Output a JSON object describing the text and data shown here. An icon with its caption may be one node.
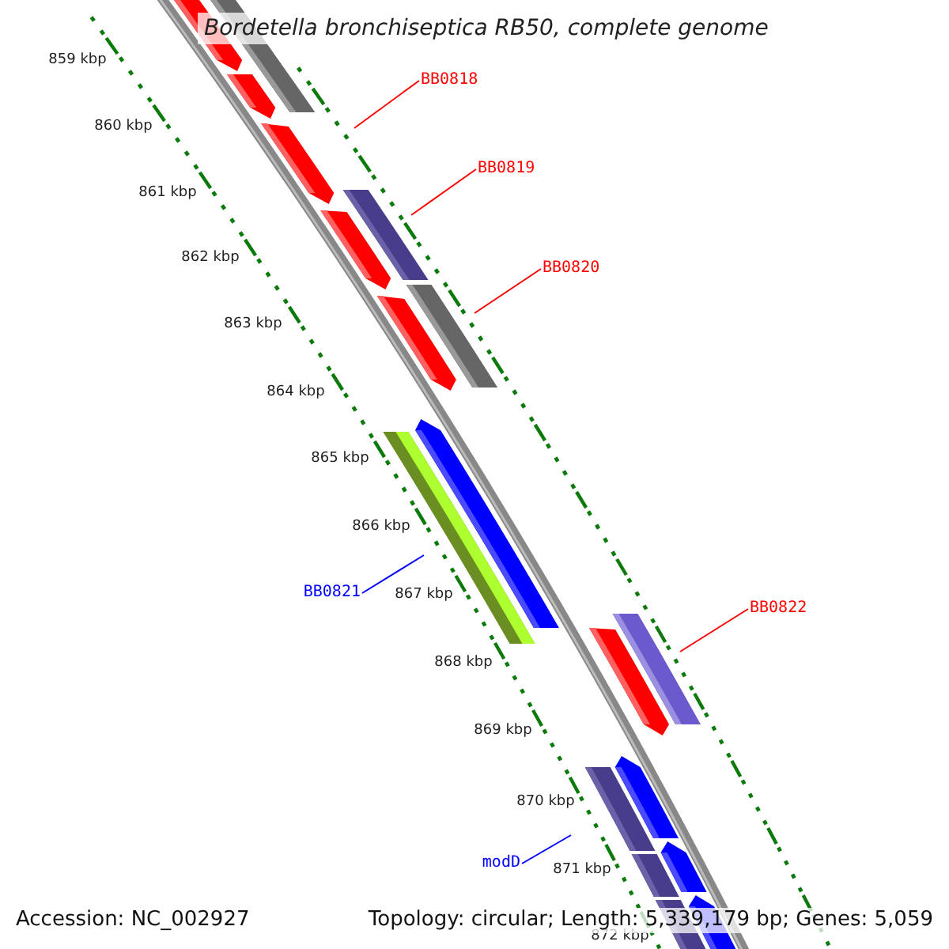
{
  "diagram": {
    "title": "Bordetella bronchiseptica RB50, complete genome",
    "nodes": [
      {
        "text": [
          "BB0818"
        ]
      },
      {
        "text": [
          "BB0819"
        ]
      },
      {
        "text": [
          "BB0820"
        ]
      },
      {
        "text": [
          "BB0821"
        ]
      },
      {
        "text": [
          "BB0822"
        ]
      },
      {
        "text": [
          "modD"
        ]
      }
    ],
    "edges": [
      {
        "from": 0,
        "to": null,
        "arrow": "none"
      },
      {
        "from": 1,
        "to": null,
        "arrow": "none"
      },
      {
        "from": 2,
        "to": null,
        "arrow": "none"
      },
      {
        "from": 3,
        "to": null,
        "arrow": "none",
        "color": "#0000ff"
      },
      {
        "from": 4,
        "to": null,
        "arrow": "none"
      },
      {
        "from": 5,
        "to": null,
        "arrow": "none",
        "color": "#0000ff"
      }
    ],
    "labels": [
      "859 kbp",
      "860 kbp",
      "861 kbp",
      "862 kbp",
      "863 kbp",
      "864 kbp",
      "865 kbp",
      "866 kbp",
      "867 kbp",
      "868 kbp",
      "869 kbp",
      "870 kbp",
      "871 kbp",
      "872 kbp",
      "Accession: NC_002927",
      "Topology: circular; Length: 5,339,179 bp; Genes: 5,059"
    ]
  }
}
